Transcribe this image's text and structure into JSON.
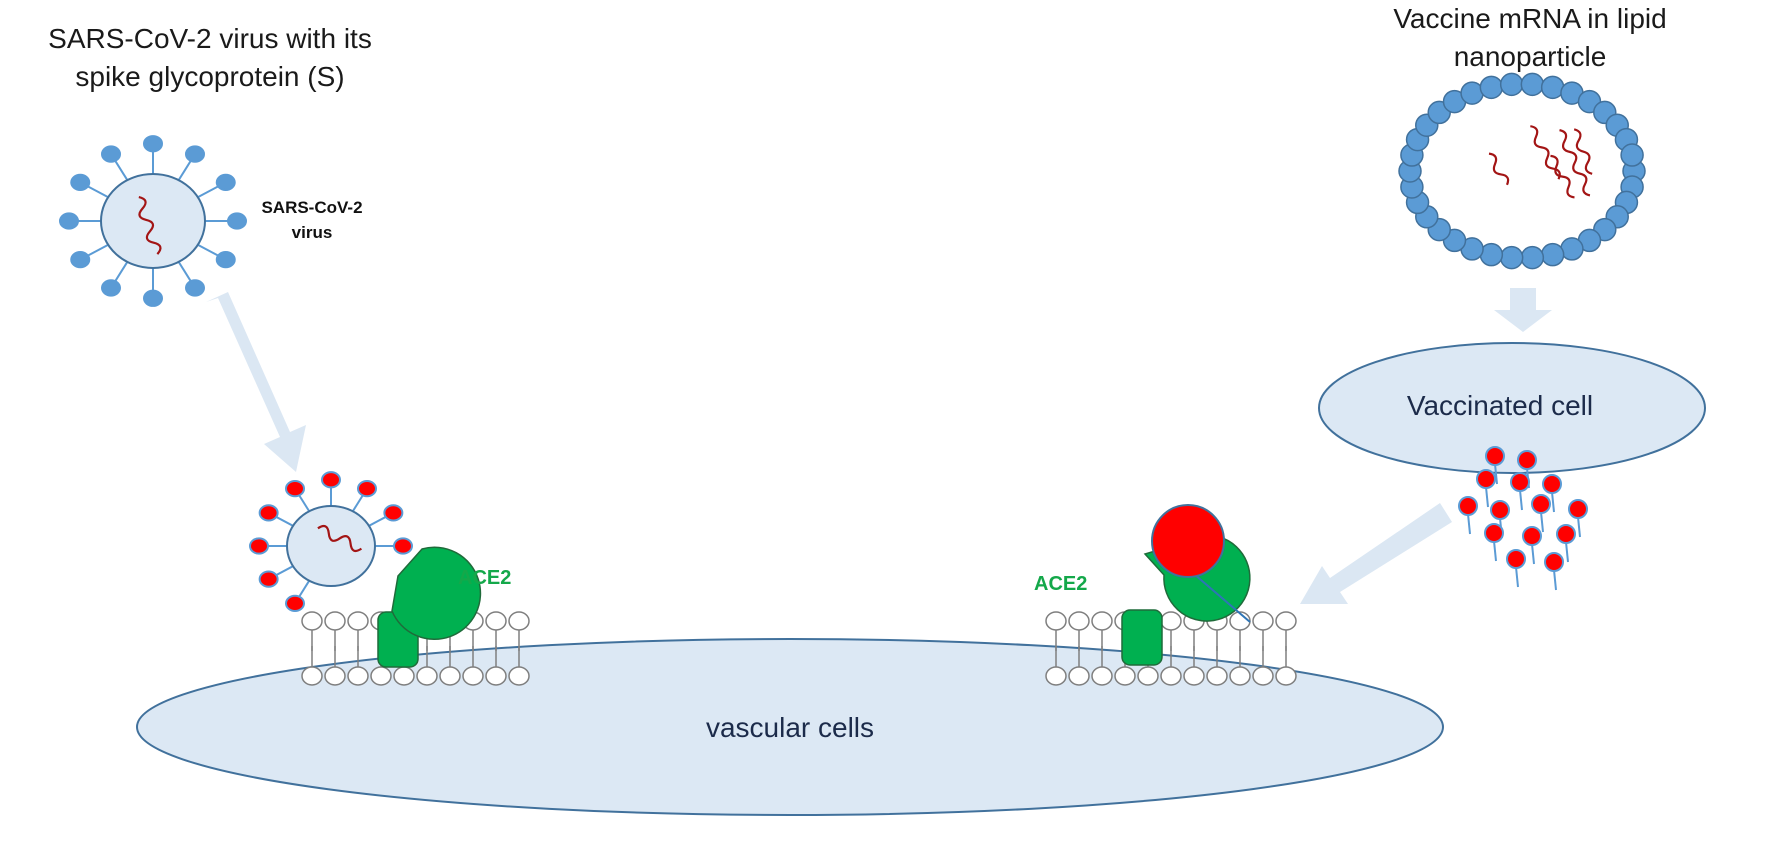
{
  "labels": {
    "virus_title_line1": "SARS-CoV-2  virus with its",
    "virus_title_line2": "spike glycoprotein (S)",
    "vaccine_title_line1": "Vaccine mRNA  in lipid",
    "vaccine_title_line2": "nanoparticle",
    "virus_label_line1": "SARS-CoV-2",
    "virus_label_line2": "virus",
    "ace2_left": "ACE2",
    "ace2_right": "ACE2",
    "vaccinated_cell": "Vaccinated cell",
    "vascular_cells": "vascular cells"
  },
  "colors": {
    "background": "#ffffff",
    "cell_fill": "#dce8f4",
    "outline": "#41719c",
    "spike_blue": "#5b9bd5",
    "spike_red": "#ff0000",
    "rna": "#a31515",
    "ace2_green": "#00b050",
    "arrow": "#dbe7f3",
    "membrane": "#7f7f7f"
  },
  "icons": [
    "virus-icon",
    "lipid-nanoparticle-icon",
    "ace2-receptor-icon",
    "spike-protein-icon",
    "lipid-bilayer-icon"
  ]
}
